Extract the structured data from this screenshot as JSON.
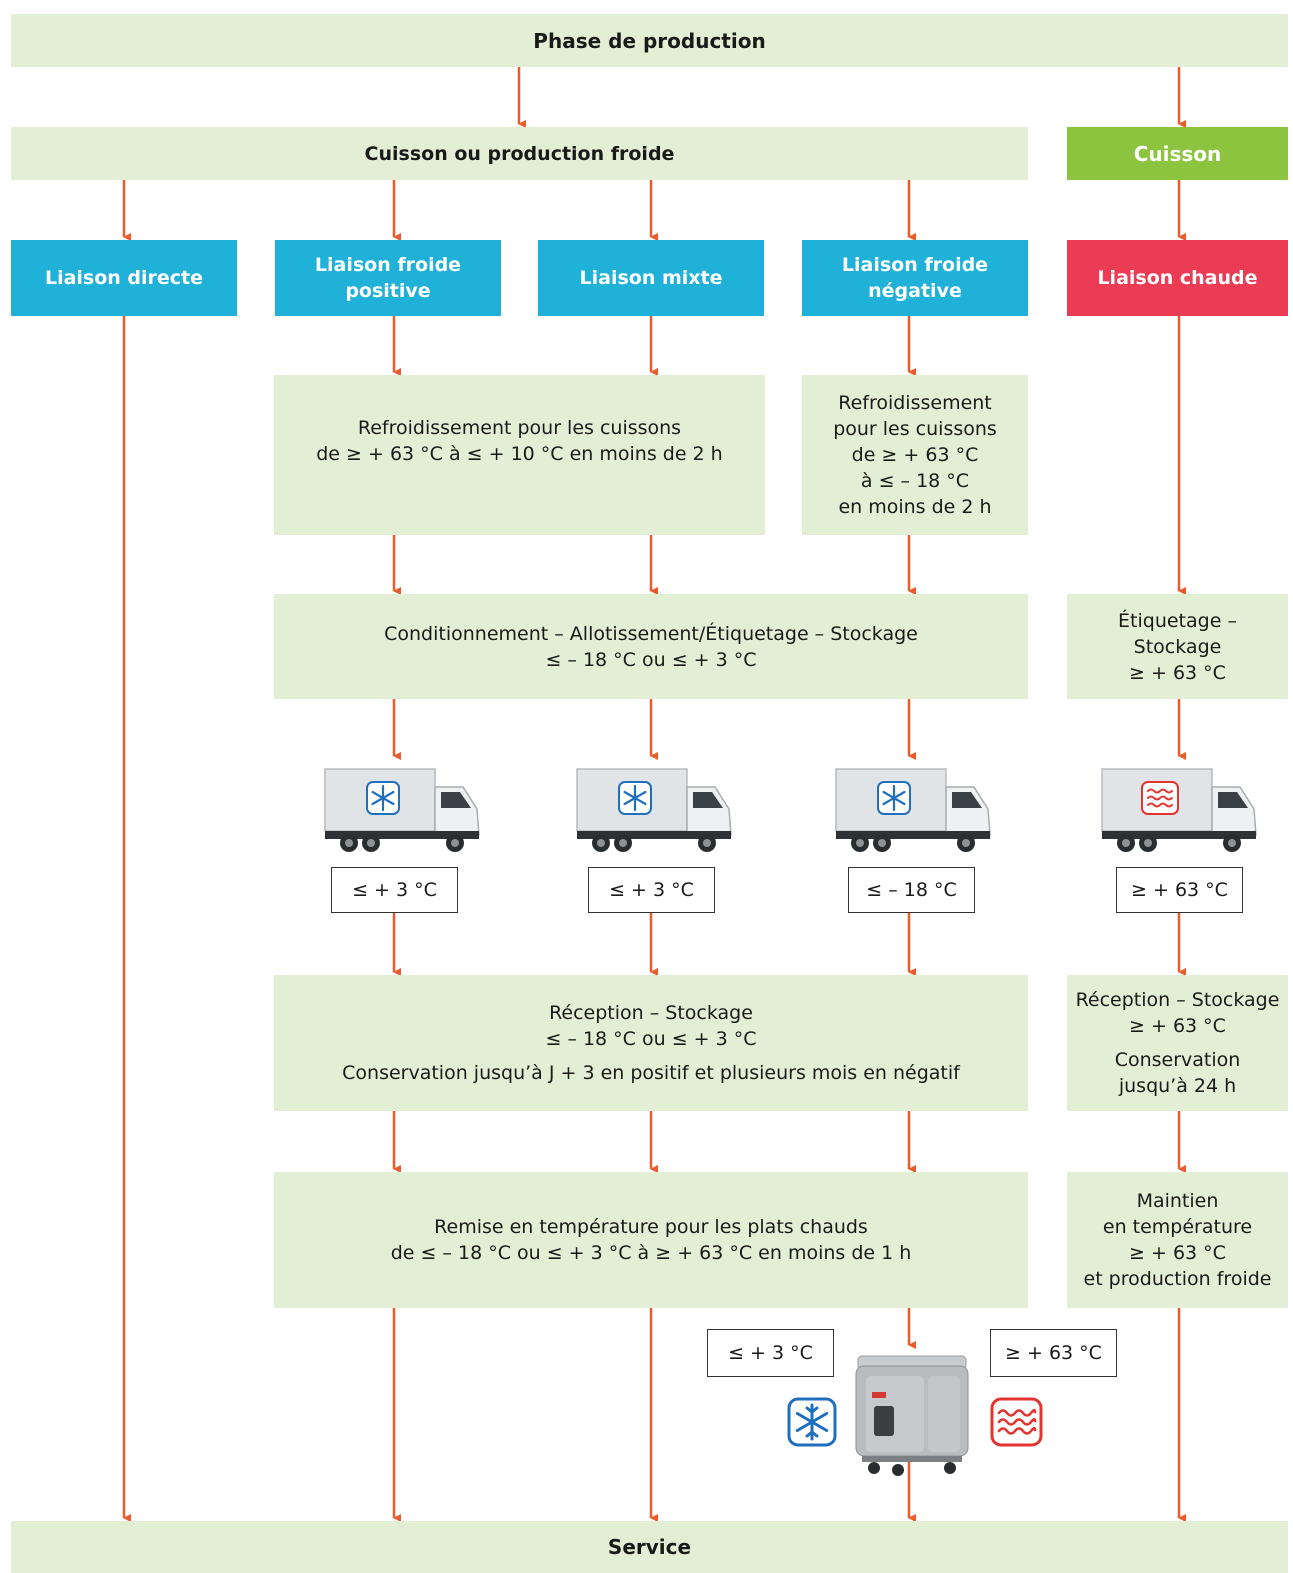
{
  "production": "Phase de production",
  "cuisson_froide": "Cuisson ou production froide",
  "cuisson": "Cuisson",
  "liaisons": {
    "directe": "Liaison directe",
    "froide_positive": [
      "Liaison froide",
      "positive"
    ],
    "mixte": "Liaison mixte",
    "froide_negative": [
      "Liaison froide",
      "négative"
    ],
    "chaude": "Liaison chaude"
  },
  "refroid_positive": [
    "Refroidissement pour les cuissons",
    "de ≥ + 63 °C à ≤ + 10 °C en moins de 2 h"
  ],
  "refroid_negative": [
    "Refroidissement",
    "pour les cuissons",
    "de ≥ + 63 °C",
    "à ≤ – 18 °C",
    "en moins de 2 h"
  ],
  "conditionnement": [
    "Conditionnement – Allotissement/Étiquetage – Stockage",
    "≤ – 18 °C ou ≤ + 3 °C"
  ],
  "etiquetage": [
    "Étiquetage –",
    "Stockage",
    "≥ + 63 °C"
  ],
  "truck_temps": [
    "≤ + 3 °C",
    "≤ + 3 °C",
    "≤ – 18 °C",
    "≥ + 63 °C"
  ],
  "reception_froide": [
    "Réception – Stockage",
    "≤ – 18 °C ou ≤ + 3 °C",
    "Conservation jusqu’à J + 3 en positif et plusieurs mois en négatif"
  ],
  "reception_chaude": [
    "Réception – Stockage",
    "≥ + 63 °C",
    "Conservation",
    "jusqu’à 24 h"
  ],
  "remise": [
    "Remise en température pour les plats chauds",
    "de ≤ – 18 °C ou ≤ + 3 °C à ≥ + 63 °C en moins de 1 h"
  ],
  "maintien": [
    "Maintien",
    "en température",
    "≥ + 63 °C",
    "et production froide"
  ],
  "cart_temps": {
    "cold": "≤ + 3 °C",
    "hot": "≥ + 63 °C"
  },
  "service": "Service",
  "colors": {
    "light": "#e3efd5",
    "cyan": "#1fb1d7",
    "green": "#8cc43f",
    "red": "#ec3c55",
    "arrow": "#ec5b2b"
  },
  "icons": {
    "cold": "snowflake-icon",
    "hot": "heat-waves-icon",
    "vehicle": "refrigerated-truck-icon",
    "container": "thermal-cart-icon"
  }
}
